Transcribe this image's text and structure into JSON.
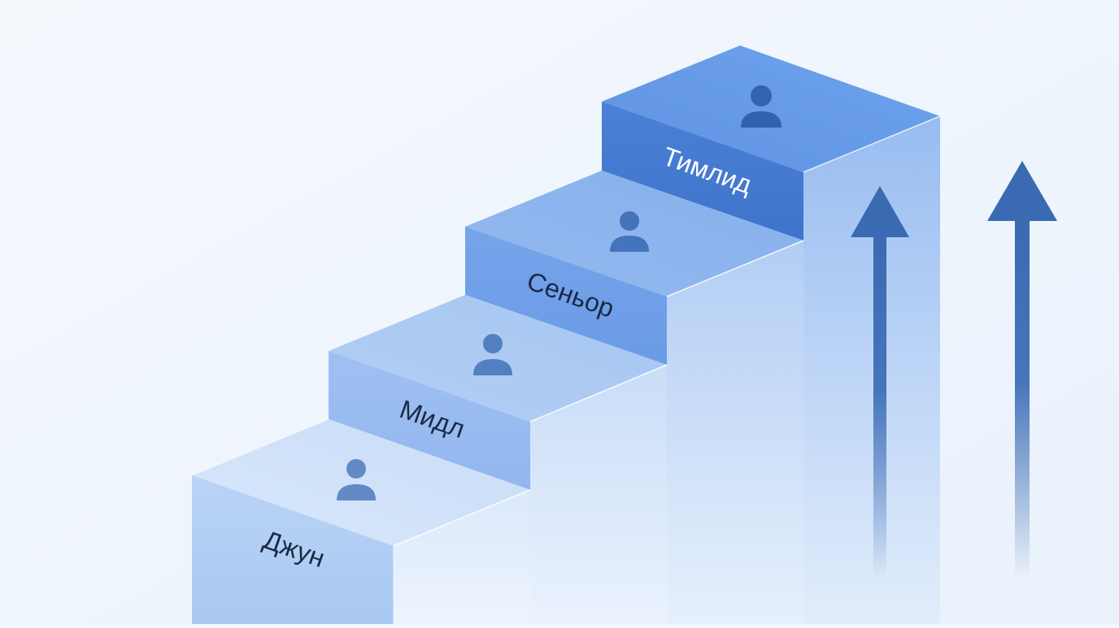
{
  "steps": [
    {
      "label": "Джун",
      "icon": "person-icon"
    },
    {
      "label": "Мидл",
      "icon": "person-icon"
    },
    {
      "label": "Сеньор",
      "icon": "person-icon"
    },
    {
      "label": "Тимлид",
      "icon": "person-icon"
    }
  ],
  "arrows": [
    {
      "icon": "arrow-up-icon"
    },
    {
      "icon": "arrow-up-icon"
    }
  ],
  "colors": {
    "background": "#f2f7fd",
    "icon": "#3c6db6",
    "arrow": "#3a6ab2",
    "text": "#1a2a44"
  }
}
